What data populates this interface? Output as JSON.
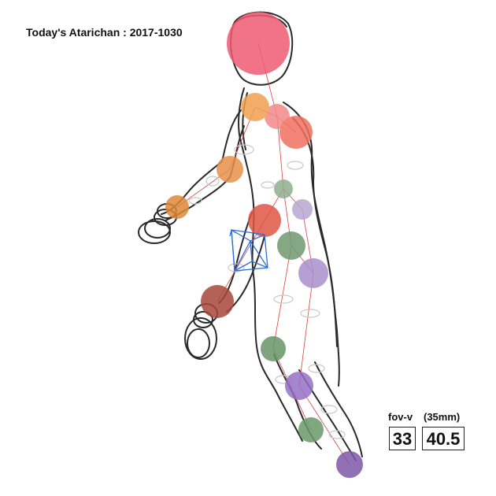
{
  "app": {
    "title": "Today's Atarichan : 2017-1030"
  },
  "hud": {
    "fov_label": "fov-v",
    "lens_label": "(35mm)",
    "fov_value": "33",
    "lens_value": "40.5"
  },
  "colors": {
    "head": "#ef5b74",
    "sketch": "#2a2a2a",
    "bone": "#e04040",
    "gizmo": "#2f6fd6",
    "ring": "#c8c8c8"
  },
  "joints": [
    {
      "name": "head",
      "color": "#ef5b74"
    },
    {
      "name": "neck",
      "color": "#f28a8a"
    },
    {
      "name": "shoulder-right",
      "color": "#f07060"
    },
    {
      "name": "shoulder-left",
      "color": "#f0a050"
    },
    {
      "name": "elbow-left",
      "color": "#e8914a"
    },
    {
      "name": "wrist-left",
      "color": "#dd8a3a"
    },
    {
      "name": "chest",
      "color": "#e05545"
    },
    {
      "name": "spine",
      "color": "#8fae8f"
    },
    {
      "name": "spine-lower",
      "color": "#b8a6d2"
    },
    {
      "name": "pelvis",
      "color": "#6f9a6f"
    },
    {
      "name": "hip-right",
      "color": "#a98fcc"
    },
    {
      "name": "wrist-right",
      "color": "#a8473a"
    },
    {
      "name": "knee-left",
      "color": "#679567"
    },
    {
      "name": "knee-right",
      "color": "#9570c6"
    },
    {
      "name": "ankle-left",
      "color": "#6a9a6a"
    },
    {
      "name": "ankle-right",
      "color": "#7e58aa"
    }
  ]
}
